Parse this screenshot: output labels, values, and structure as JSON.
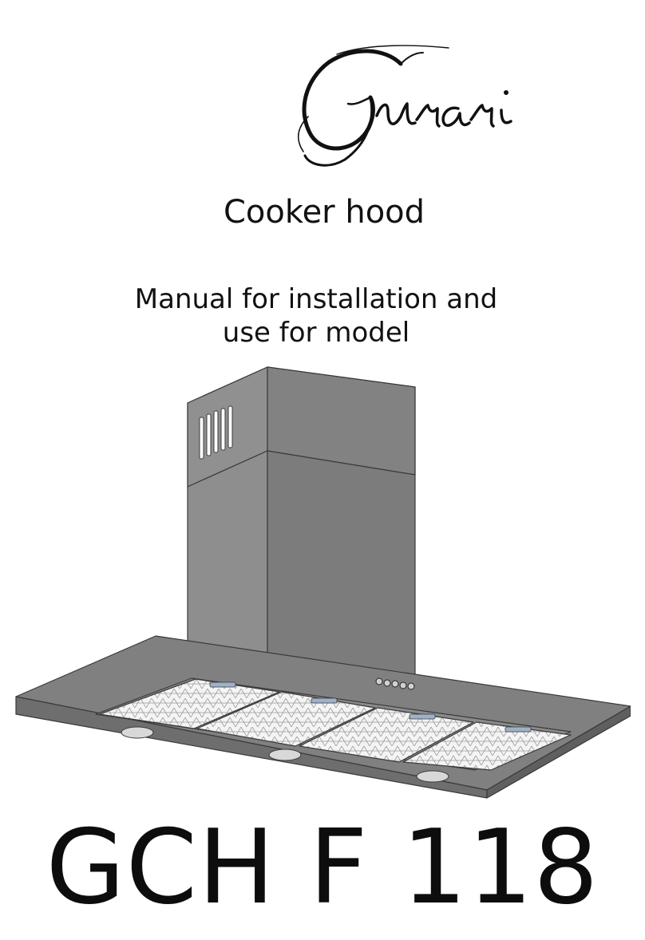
{
  "brand": {
    "name": "Gurari"
  },
  "product_type": "Cooker hood",
  "manual_title": {
    "line1": "Manual for installation and",
    "line2": "use for model"
  },
  "model": "GCH F 118",
  "colors": {
    "background": "#ffffff",
    "text": "#111111",
    "hood_steel": "#8a8a8a",
    "hood_dark": "#6e6e6e",
    "filter_mesh": "#f0f0f0"
  },
  "illustration": {
    "icon_name": "island-cooker-hood-illustration",
    "control_buttons_count": 5,
    "filter_panels_count": 4,
    "lights_count": 3
  }
}
